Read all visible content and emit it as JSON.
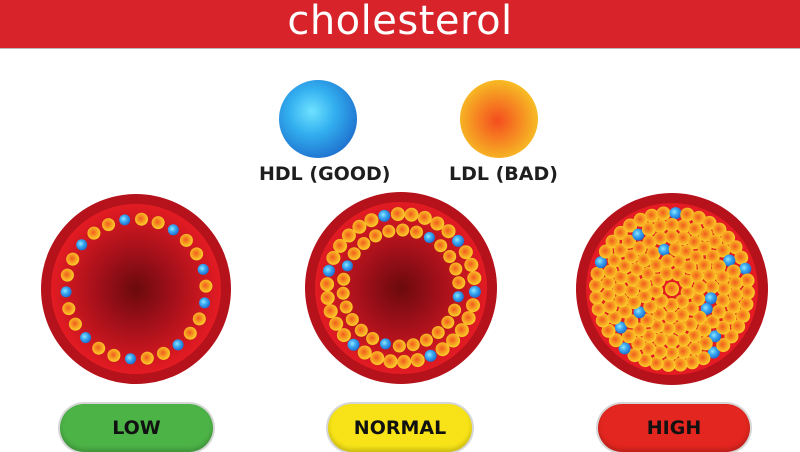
{
  "title": "cholesterol",
  "legend": {
    "hdl_label": "HDL (GOOD)",
    "ldl_label": "LDL (BAD)"
  },
  "levels": [
    {
      "key": "low",
      "label": "LOW"
    },
    {
      "key": "normal",
      "label": "NORMAL"
    },
    {
      "key": "high",
      "label": "HIGH"
    }
  ],
  "colors": {
    "banner": "#d8232a",
    "vessel_wall": "#b5121b",
    "blood": "#e41b23",
    "blood_core": "#7a0d10",
    "hdl": "#3aa6f0",
    "ldl": "#f7a92a",
    "low": "#4cb347",
    "normal": "#f7e317",
    "high": "#e3261f"
  }
}
